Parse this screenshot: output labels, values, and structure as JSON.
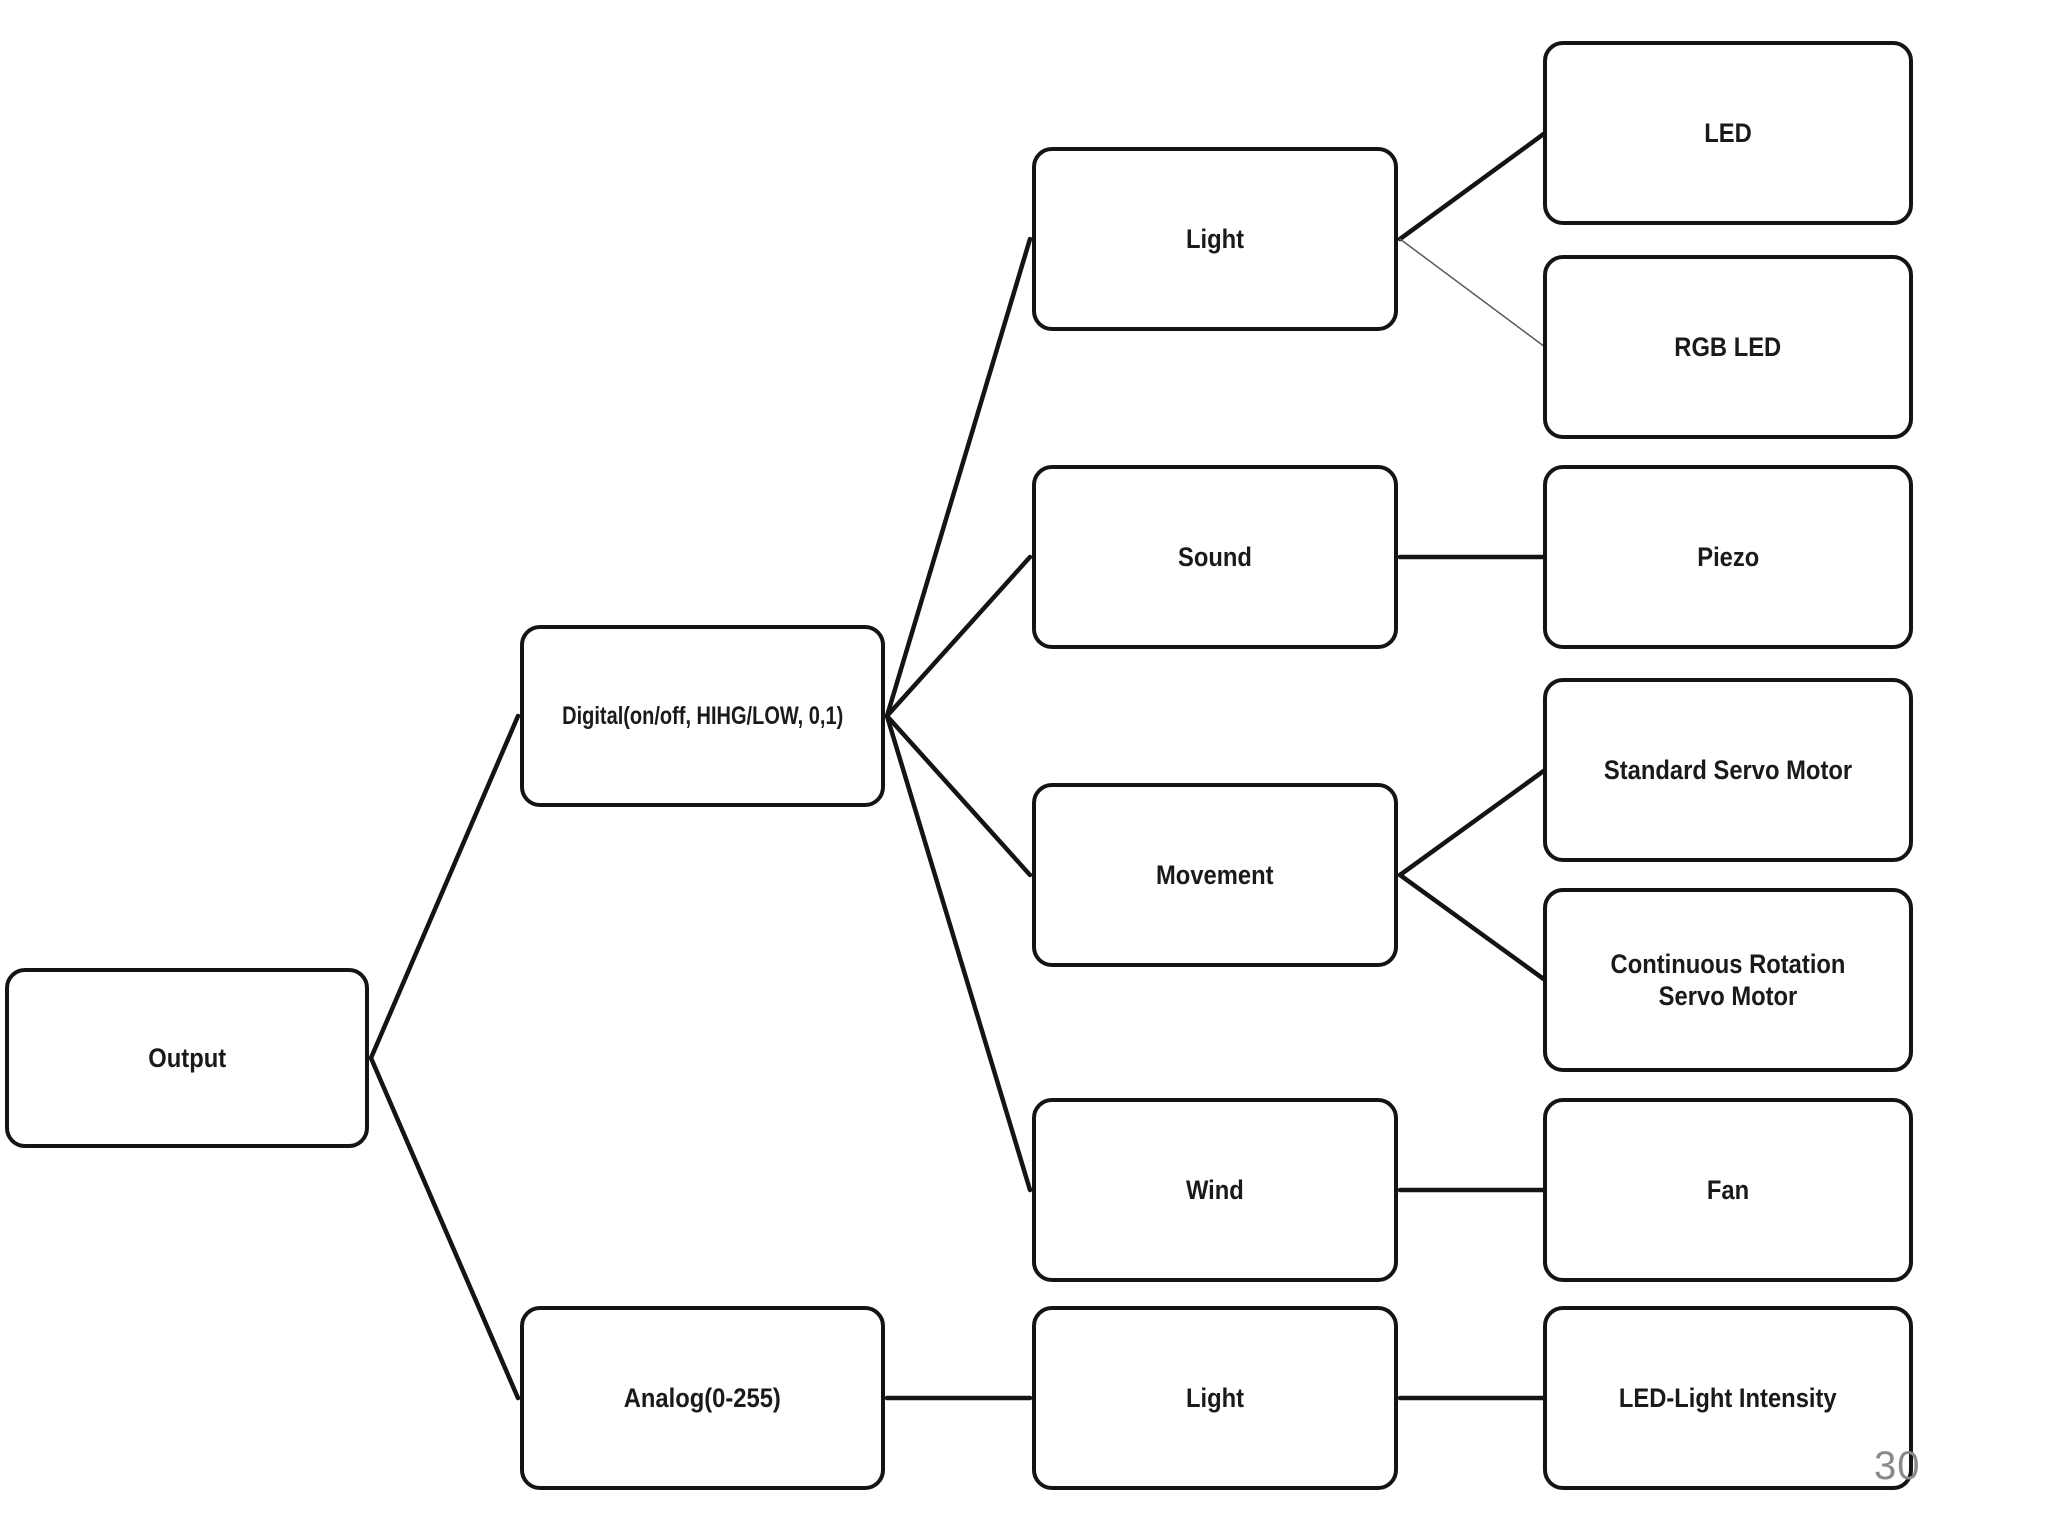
{
  "diagram": {
    "nodes": {
      "output": {
        "label": "Output"
      },
      "digital": {
        "label": "Digital(on/off, HIHG/LOW, 0,1)"
      },
      "analog": {
        "label": "Analog(0-255)"
      },
      "light_digital": {
        "label": "Light"
      },
      "sound": {
        "label": "Sound"
      },
      "movement": {
        "label": "Movement"
      },
      "wind": {
        "label": "Wind"
      },
      "light_analog": {
        "label": "Light"
      },
      "led": {
        "label": "LED"
      },
      "rgb_led": {
        "label": "RGB LED"
      },
      "piezo": {
        "label": "Piezo"
      },
      "standard_servo": {
        "label": "Standard Servo Motor"
      },
      "continuous_servo": {
        "label": "Continuous Rotation Servo Motor"
      },
      "fan": {
        "label": "Fan"
      },
      "led_light_intensity": {
        "label": "LED-Light Intensity"
      }
    },
    "edges": [
      {
        "from": "output",
        "to": "digital",
        "weight": "normal"
      },
      {
        "from": "output",
        "to": "analog",
        "weight": "normal"
      },
      {
        "from": "digital",
        "to": "light_digital",
        "weight": "normal"
      },
      {
        "from": "digital",
        "to": "sound",
        "weight": "normal"
      },
      {
        "from": "digital",
        "to": "movement",
        "weight": "normal"
      },
      {
        "from": "digital",
        "to": "wind",
        "weight": "normal"
      },
      {
        "from": "light_digital",
        "to": "led",
        "weight": "normal"
      },
      {
        "from": "light_digital",
        "to": "rgb_led",
        "weight": "thin"
      },
      {
        "from": "sound",
        "to": "piezo",
        "weight": "normal"
      },
      {
        "from": "movement",
        "to": "standard_servo",
        "weight": "normal"
      },
      {
        "from": "movement",
        "to": "continuous_servo",
        "weight": "normal"
      },
      {
        "from": "wind",
        "to": "fan",
        "weight": "normal"
      },
      {
        "from": "analog",
        "to": "light_analog",
        "weight": "normal"
      },
      {
        "from": "light_analog",
        "to": "led_light_intensity",
        "weight": "normal"
      }
    ],
    "colors": {
      "background": "#ffffff",
      "box_fill": "#ffffff",
      "box_border": "#141414",
      "edge": "#141414",
      "edge_thin": "#5a5a5a",
      "text": "#1a1a1a",
      "page_number": "#8a8a8a"
    },
    "page_number": "30"
  }
}
